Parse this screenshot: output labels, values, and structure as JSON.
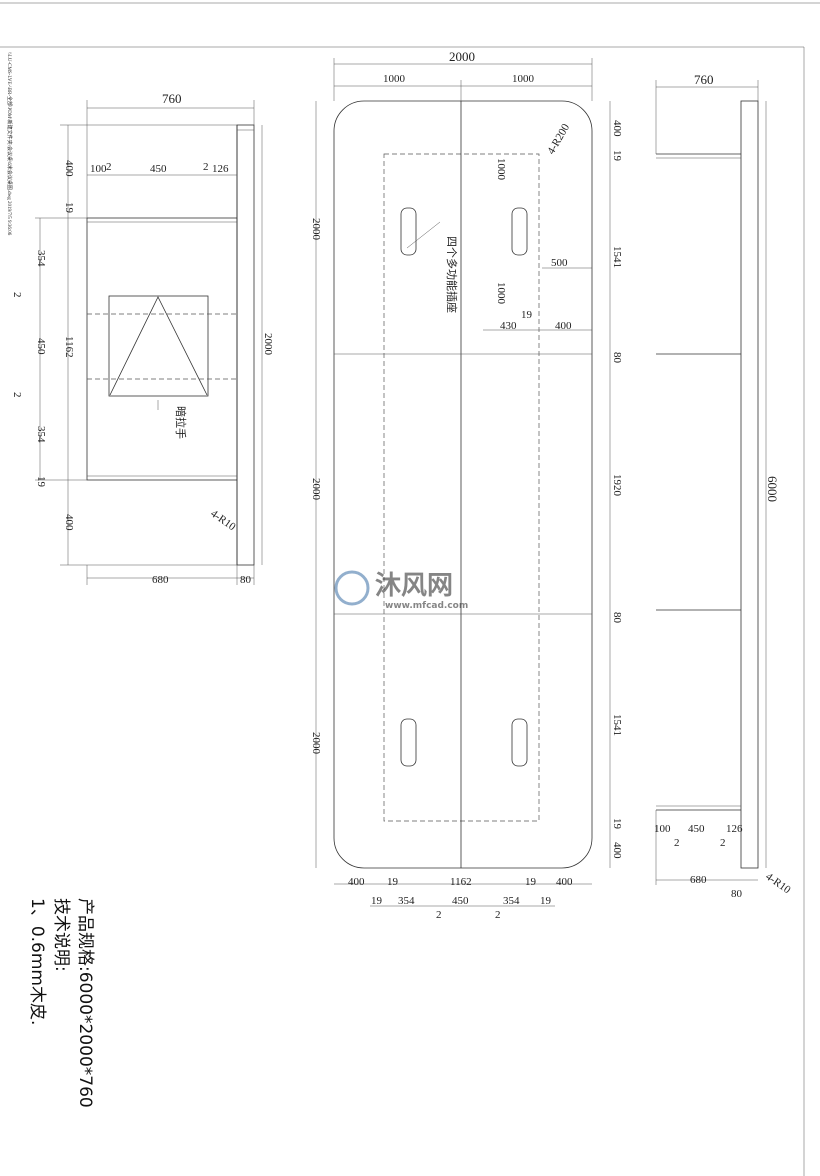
{
  "header": {
    "file_path": "\\\\LU-CMS-LVE-\\BR-全部\\PDM\\新建文件夹\\会议桌\\6米会议桌图.dwg 2019/7/5 9:36:06"
  },
  "left_view": {
    "width": "760",
    "top_dims": [
      "100",
      "2",
      "450",
      "2",
      "126"
    ],
    "left_dims": [
      "400",
      "19",
      "354",
      "2",
      "450",
      "2",
      "354",
      "19",
      "400"
    ],
    "height_1162": "1162",
    "height_2000": "2000",
    "handle_label": "暗拉手",
    "radius": "4-R10",
    "bottom_dims": [
      "680",
      "80"
    ]
  },
  "plan_view": {
    "total_width": "2000",
    "half_widths": [
      "1000",
      "1000"
    ],
    "corner_radius": "4-R200",
    "section_heights": [
      "2000",
      "2000",
      "2000"
    ],
    "inner_dims": [
      "1000",
      "1000",
      "500",
      "430",
      "400",
      "19"
    ],
    "socket_label": "四个多功能插座",
    "right_dims": [
      "400",
      "19",
      "1541",
      "80",
      "1920",
      "80",
      "1541",
      "19",
      "400"
    ],
    "bottom_row1": [
      "400",
      "19",
      "1162",
      "19",
      "400"
    ],
    "bottom_row2": [
      "19",
      "354",
      "450",
      "354",
      "19"
    ],
    "bottom_gaps": [
      "2",
      "2"
    ]
  },
  "right_view": {
    "width": "760",
    "height": "6000",
    "bottom_dims": [
      "100",
      "450",
      "126",
      "2",
      "2",
      "680",
      "80"
    ],
    "radius": "4-R10"
  },
  "notes": {
    "spec": "产品规格:6000*2000*760",
    "tech_title": "技术说明:",
    "tech_item": "1、0.6mm木皮."
  },
  "watermark": {
    "brand": "沐风网",
    "url": "www.mfcad.com"
  }
}
